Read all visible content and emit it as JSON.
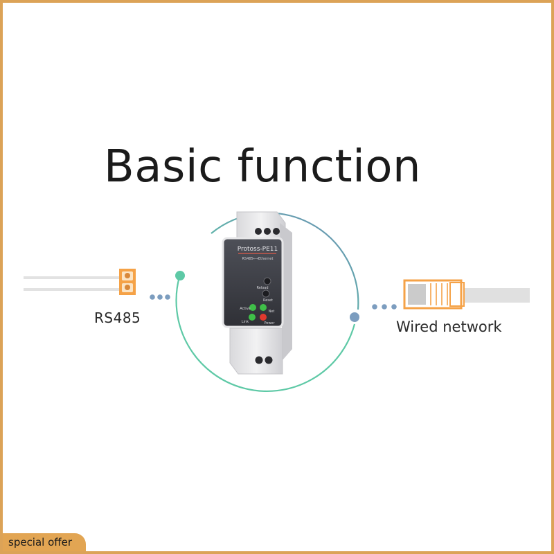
{
  "title": "Basic function",
  "left_interface": {
    "label": "RS485"
  },
  "right_interface": {
    "label": "Wired network"
  },
  "device": {
    "model": "Protoss-PE11",
    "subtitle": "RS485⟷Ethernet",
    "reload_label": "Reload",
    "reset_label": "Reset",
    "active_label": "Active",
    "net_label": "Net",
    "link_label": "Link",
    "power_label": "Power"
  },
  "badge": {
    "label": "special offer"
  },
  "colors": {
    "frame": "#dca357",
    "badge": "#e2a553",
    "ring_start": "#59c9a4",
    "ring_end": "#6b8fb4",
    "dots": "#7c9dbf",
    "terminal": "#f5a247",
    "led_green": "#3fbf48",
    "led_red": "#e0392e"
  },
  "icons": [
    "rs485-terminal-icon",
    "ethernet-plug-icon",
    "din-rail-device-icon"
  ]
}
